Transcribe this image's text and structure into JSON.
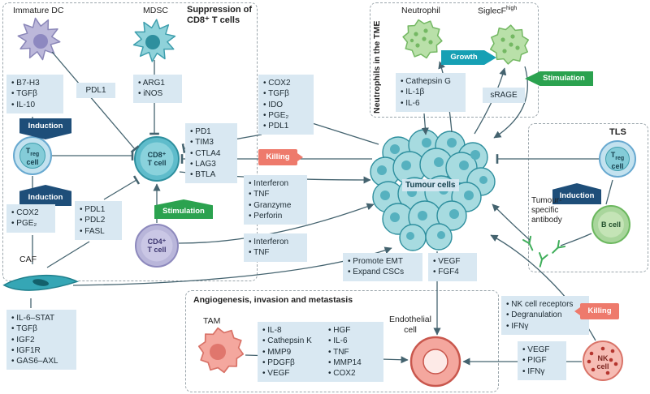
{
  "labels": {
    "induction": "Induction",
    "stimulation": "Stimulation",
    "killing": "Killing",
    "growth": "Growth"
  },
  "suppression": {
    "title": "Suppression of CD8⁺ T cells",
    "immature_dc": "Immature DC",
    "mdsc": "MDSC",
    "caf": "CAF",
    "dc_factors": [
      "B7-H3",
      "TGFβ",
      "IL-10"
    ],
    "pdl1": "PDL1",
    "mdsc_factors": [
      "ARG1",
      "iNOS"
    ],
    "tumour_factors": [
      "COX2",
      "TGFβ",
      "IDO",
      "PGE₂",
      "PDL1"
    ],
    "checkpoints": [
      "PD1",
      "TIM3",
      "CTLA4",
      "LAG3",
      "BTLA"
    ],
    "cd8_effectors": [
      "Interferon",
      "TNF",
      "Granzyme",
      "Perforin"
    ],
    "cd4_effectors": [
      "Interferon",
      "TNF"
    ],
    "caf_treg_factors": [
      "COX2",
      "PGE₂"
    ],
    "caf_cd8_factors": [
      "PDL1",
      "PDL2",
      "FASL"
    ],
    "caf_tumour_factors": [
      "IL-6–STAT",
      "TGFβ",
      "IGF2",
      "IGF1R",
      "GAS6–AXL"
    ],
    "treg_pre": "T",
    "treg_sub": "reg",
    "treg_post": "cell",
    "cd8_sup_line": "CD8⁺",
    "cd8_cell_line": "T cell",
    "cd4_sup_line": "CD4⁺",
    "cd4_cell_line": "T cell"
  },
  "neutrophils": {
    "box_title": "Neutrophils in the TME",
    "neutrophil": "Neutrophil",
    "siglecf_base": "SiglecF",
    "siglecf_sup": "high",
    "factors": [
      "Cathepsin G",
      "IL-1β",
      "IL-6"
    ],
    "srage": "sRAGE"
  },
  "tumour": {
    "label": "Tumour cells"
  },
  "tls": {
    "title": "TLS",
    "treg_pre": "T",
    "treg_sub": "reg",
    "treg_post": "cell",
    "antibody": "Tumour-specific antibody",
    "b_cell": "B cell"
  },
  "center_boxes": {
    "emt": [
      "Promote EMT",
      "Expand CSCs"
    ],
    "vegf": [
      "VEGF",
      "FGF4"
    ]
  },
  "nk": {
    "receptors": [
      "NK cell receptors",
      "Degranulation",
      "IFNγ"
    ],
    "factors": [
      "VEGF",
      "PIGF",
      "IFNγ"
    ],
    "label_line1": "NK",
    "label_line2": "cell"
  },
  "angio": {
    "title": "Angiogenesis, invasion and metastasis",
    "tam": "TAM",
    "tam_factors": [
      "IL-8",
      "Cathepsin K",
      "MMP9",
      "PDGFβ",
      "VEGF"
    ],
    "tam_factors2": [
      "HGF",
      "IL-6",
      "TNF",
      "MMP14",
      "COX2"
    ],
    "endothelial": "Endothelial cell"
  },
  "colors": {
    "list_box": "#d9e8f2",
    "induction": "#1e4e79",
    "stimulation": "#2ba24f",
    "growth": "#16a0b4",
    "killing": "#ee7a6c",
    "connector": "#44636f"
  }
}
